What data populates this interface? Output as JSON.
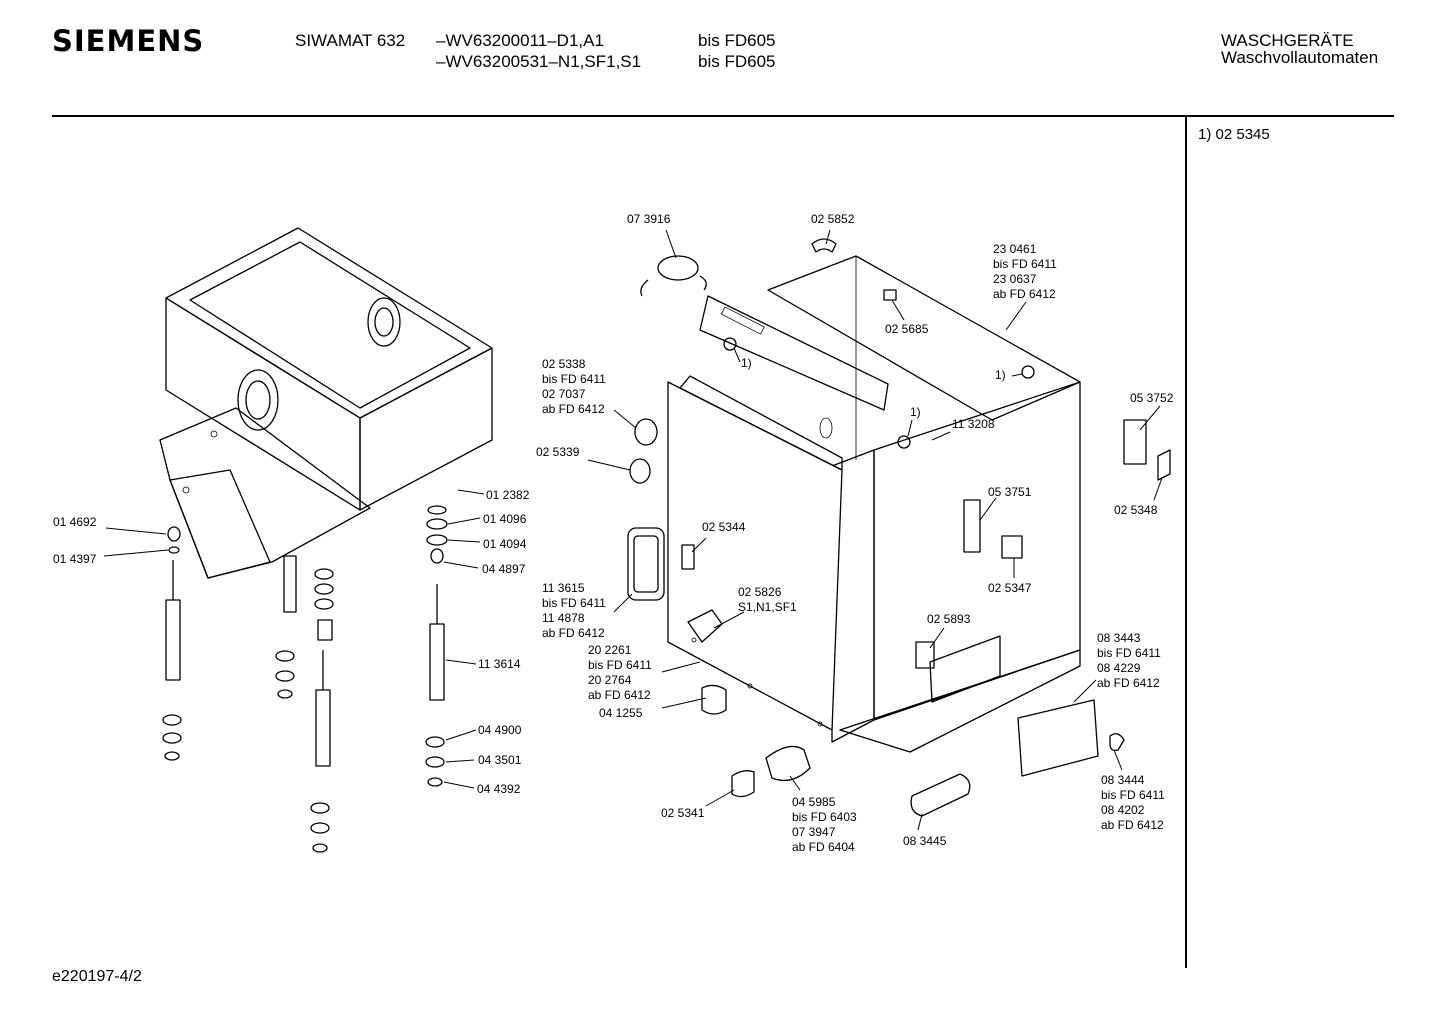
{
  "header": {
    "brand": "SIEMENS",
    "model": "SIWAMAT 632",
    "variant_1": "–WV63200011–D1,A1",
    "variant_2": "–WV63200531–N1,SF1,S1",
    "range_1": "bis FD605",
    "range_2": "bis FD605",
    "category": "WASCHGERÄTE",
    "subcategory": "Waschvollautomaten"
  },
  "side_note": "1)  02 5345",
  "footer": "e220197-4/2",
  "parts": [
    {
      "id": "p073916",
      "text": "07 3916"
    },
    {
      "id": "p025852",
      "text": "02 5852"
    },
    {
      "id": "p230461",
      "text": "23 0461\nbis FD 6411\n23 0637\nab FD 6412"
    },
    {
      "id": "p025685",
      "text": "02 5685"
    },
    {
      "id": "p1a",
      "text": "1)"
    },
    {
      "id": "p1b",
      "text": "1)"
    },
    {
      "id": "p1c",
      "text": "1)"
    },
    {
      "id": "p025338",
      "text": "02 5338\nbis FD 6411\n02 7037\nab FD 6412"
    },
    {
      "id": "p025339",
      "text": "02 5339"
    },
    {
      "id": "p113208",
      "text": "11 3208"
    },
    {
      "id": "p053752",
      "text": "05 3752"
    },
    {
      "id": "p025348",
      "text": "02 5348"
    },
    {
      "id": "p053751",
      "text": "05 3751"
    },
    {
      "id": "p025347",
      "text": "02 5347"
    },
    {
      "id": "p012382",
      "text": "01 2382"
    },
    {
      "id": "p014096",
      "text": "01 4096"
    },
    {
      "id": "p014094",
      "text": "01 4094"
    },
    {
      "id": "p044897",
      "text": "04 4897"
    },
    {
      "id": "p014692",
      "text": "01 4692"
    },
    {
      "id": "p014397",
      "text": "01 4397"
    },
    {
      "id": "p025344",
      "text": "02 5344"
    },
    {
      "id": "p113615",
      "text": "11 3615\nbis FD 6411\n11 4878\nab FD 6412"
    },
    {
      "id": "p025826",
      "text": "02 5826\nS1,N1,SF1"
    },
    {
      "id": "p025893",
      "text": "02 5893"
    },
    {
      "id": "p113614",
      "text": "11 3614"
    },
    {
      "id": "p202261",
      "text": "20 2261\nbis FD 6411\n20 2764\nab FD 6412"
    },
    {
      "id": "p041255",
      "text": "04 1255"
    },
    {
      "id": "p083443",
      "text": "08 3443\nbis FD 6411\n08 4229\nab FD 6412"
    },
    {
      "id": "p044900",
      "text": "04 4900"
    },
    {
      "id": "p043501",
      "text": "04 3501"
    },
    {
      "id": "p044392",
      "text": "04 4392"
    },
    {
      "id": "p083444",
      "text": "08 3444\nbis FD 6411\n08 4202\nab FD 6412"
    },
    {
      "id": "p025341",
      "text": "02 5341"
    },
    {
      "id": "p045985",
      "text": "04 5985\nbis FD 6403\n07 3947\nab FD 6404"
    },
    {
      "id": "p083445",
      "text": "08 3445"
    }
  ]
}
